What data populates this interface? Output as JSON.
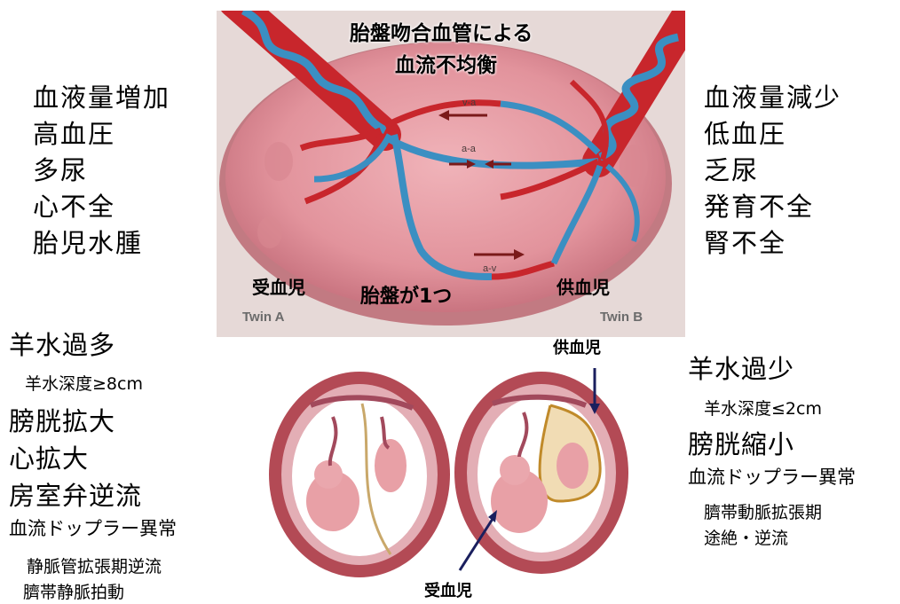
{
  "recipient_symptoms": [
    "血液量増加",
    "高血圧",
    "多尿",
    "心不全",
    "胎児水腫"
  ],
  "donor_symptoms": [
    "血液量減少",
    "低血圧",
    "乏尿",
    "発育不全",
    "腎不全"
  ],
  "placenta": {
    "title_line1": "胎盤吻合血管による",
    "title_line2": "血流不均衡",
    "recipient_label": "受血児",
    "donor_label": "供血児",
    "single_placenta": "胎盤が1つ",
    "twin_a": "Twin A",
    "twin_b": "Twin B",
    "flow_va": "v-a",
    "flow_aa": "a-a",
    "flow_av": "a-v"
  },
  "recipient_findings": {
    "polyhydramnios": "羊水過多",
    "depth": "羊水深度≥8cm",
    "bladder": "膀胱拡大",
    "cardiomegaly": "心拡大",
    "regurgitation": "房室弁逆流",
    "doppler": "血流ドップラー異常",
    "doppler_detail1": "静脈管拡張期逆流",
    "doppler_detail2": "臍帯静脈拍動"
  },
  "donor_findings": {
    "oligohydramnios": "羊水過少",
    "depth": "羊水深度≤2cm",
    "bladder": "膀胱縮小",
    "doppler": "血流ドップラー異常",
    "doppler_detail1": "臍帯動脈拡張期",
    "doppler_detail2": "途絶・逆流"
  },
  "fetus_labels": {
    "donor": "供血児",
    "recipient": "受血児"
  },
  "colors": {
    "artery": "#c8262c",
    "vein": "#3b8fc2",
    "placenta": "#e59aa3",
    "arrow": "#1a1f5e"
  }
}
